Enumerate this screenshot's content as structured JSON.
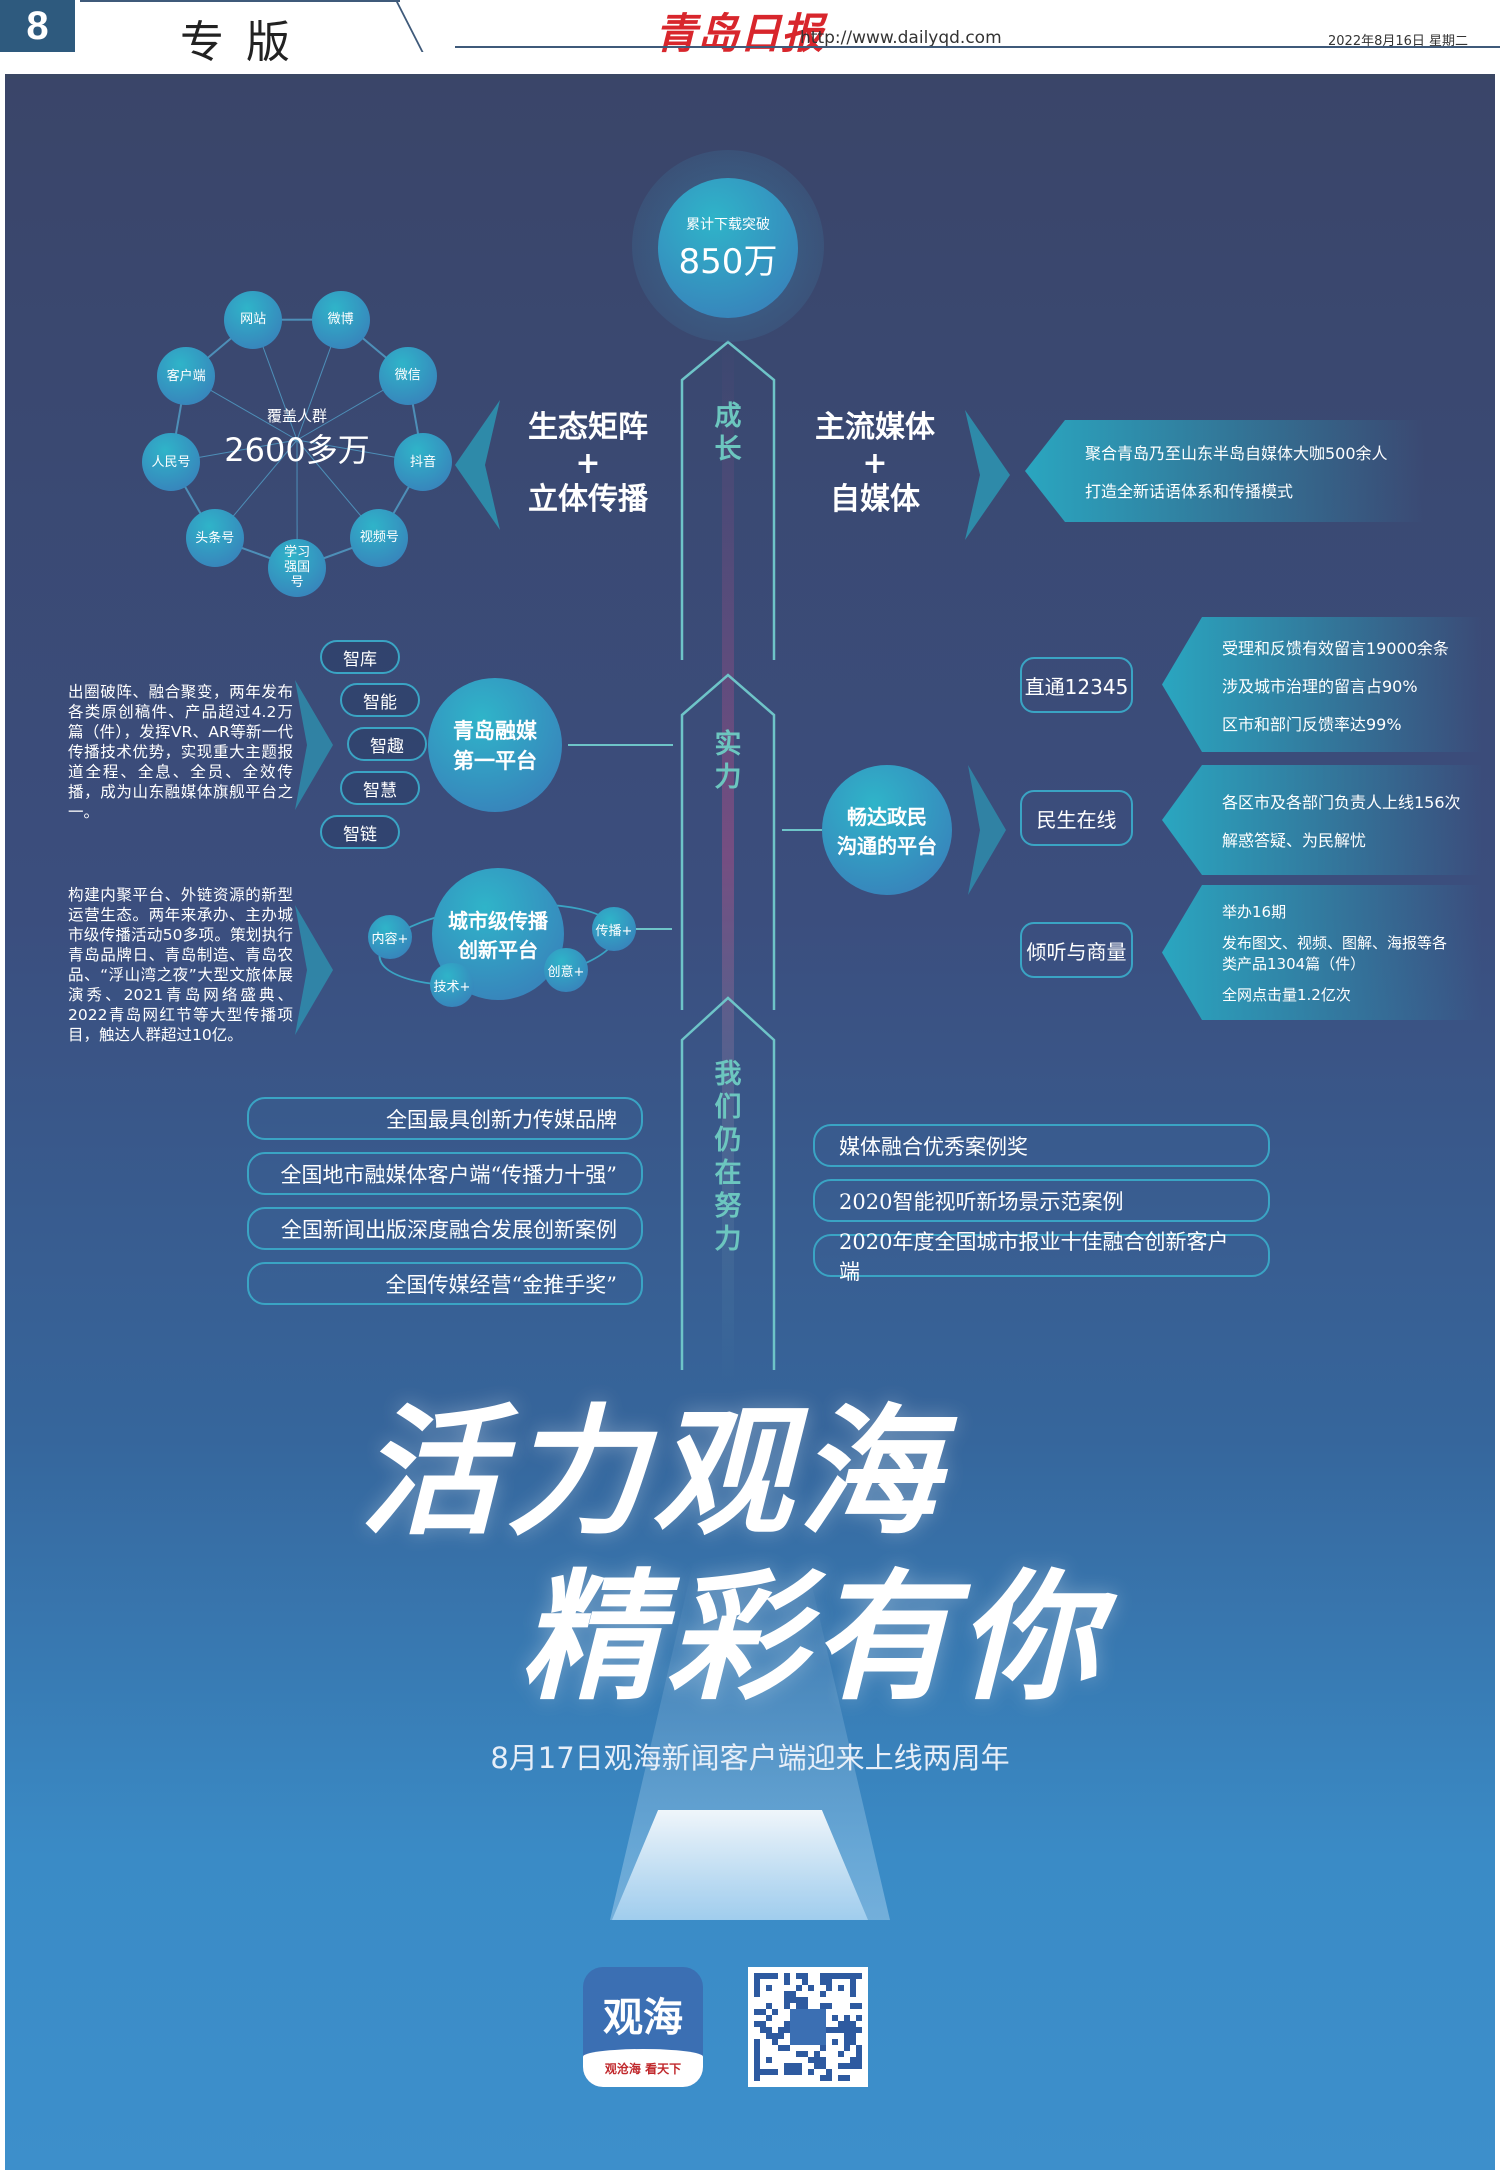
{
  "header": {
    "page_number": "8",
    "section": "专版",
    "newspaper_logo": "青岛日报",
    "url": "http://www.dailyqd.com",
    "date": "2022年8月16日  星期二"
  },
  "top": {
    "downloads_label": "累计下载突破",
    "downloads_value": "850万"
  },
  "growth": {
    "spine_label": "成长",
    "left_title": [
      "生态矩阵",
      "+",
      "立体传播"
    ],
    "right_title": [
      "主流媒体",
      "+",
      "自媒体"
    ],
    "network": {
      "center_label": "覆盖人群",
      "center_value": "2600多万",
      "nodes": [
        "网站",
        "微博",
        "微信",
        "抖音",
        "视频号",
        "学习强国号",
        "头条号",
        "人民号",
        "客户端"
      ]
    },
    "banner": [
      "聚合青岛乃至山东半岛自媒体大咖500余人",
      "打造全新话语体系和传播模式"
    ]
  },
  "strength": {
    "spine_label": "实力",
    "platform1": {
      "title": [
        "青岛融媒",
        "第一平台"
      ],
      "pills": [
        "智库",
        "智能",
        "智趣",
        "智慧",
        "智链"
      ],
      "text": "出圈破阵、融合聚变，两年发布各类原创稿件、产品超过4.2万篇（件），发挥VR、AR等新一代传播技术优势，实现重大主题报道全程、全息、全员、全效传播，成为山东融媒体旗舰平台之一。"
    },
    "platform2": {
      "title": [
        "城市级传播",
        "创新平台"
      ],
      "satellites": [
        "内容+",
        "技术+",
        "创意+",
        "传播+"
      ],
      "text": "构建内聚平台、外链资源的新型运营生态。两年来承办、主办城市级传播活动50多项。策划执行青岛品牌日、青岛制造、青岛农品、“浮山湾之夜”大型文旅体展演秀、2021青岛网络盛典、2022青岛网红节等大型传播项目，触达人群超过10亿。"
    },
    "platform3": {
      "title": [
        "畅达政民",
        "沟通的平台"
      ],
      "items": [
        {
          "label": "直通12345",
          "details": [
            "受理和反馈有效留言19000余条",
            "涉及城市治理的留言占90%",
            "区市和部门反馈率达99%"
          ]
        },
        {
          "label": "民生在线",
          "details": [
            "各区市及各部门负责人上线156次",
            "解惑答疑、为民解忧"
          ]
        },
        {
          "label": "倾听与商量",
          "details": [
            "举办16期",
            "发布图文、视频、图解、海报等各类产品1304篇（件）",
            "全网点击量1.2亿次"
          ]
        }
      ]
    }
  },
  "effort": {
    "spine_label": "我们仍在努力",
    "left_awards": [
      "全国最具创新力传媒品牌",
      "全国地市融媒体客户端“传播力十强”",
      "全国新闻出版深度融合发展创新案例",
      "全国传媒经营“金推手奖”"
    ],
    "right_awards": [
      "媒体融合优秀案例奖",
      "2020智能视听新场景示范案例",
      "2020年度全国城市报业十佳融合创新客户端"
    ]
  },
  "slogan": {
    "line1": "活力观海",
    "line2": "精彩有你",
    "subtitle": "8月17日观海新闻客户端迎来上线两周年"
  },
  "app": {
    "icon_title": "观海",
    "icon_tagline": "观沧海 看天下"
  },
  "colors": {
    "accent": "#2fb4c9",
    "panel_top": "#3a4569",
    "panel_bottom": "#3d8fcb",
    "header_blue": "#2e5a7e",
    "logo_red": "#d8262c"
  }
}
